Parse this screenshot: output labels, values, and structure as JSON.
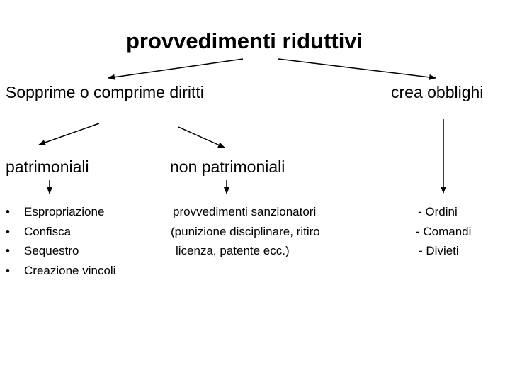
{
  "title": "provvedimenti riduttivi",
  "level1": {
    "left": "Sopprime o comprime diritti",
    "right": "crea obblighi"
  },
  "level2": {
    "left": "patrimoniali",
    "middle": "non patrimoniali"
  },
  "patrimoniali_items": [
    "Espropriazione",
    "Confisca",
    "Sequestro",
    "Creazione vincoli"
  ],
  "sanzionatori_lines": [
    "provvedimenti sanzionatori",
    "(punizione disciplinare, ritiro",
    "licenza, patente ecc.)"
  ],
  "obblighi_items": [
    "- Ordini",
    "- Comandi",
    "- Divieti"
  ],
  "colors": {
    "text": "#000000",
    "background": "#ffffff"
  }
}
